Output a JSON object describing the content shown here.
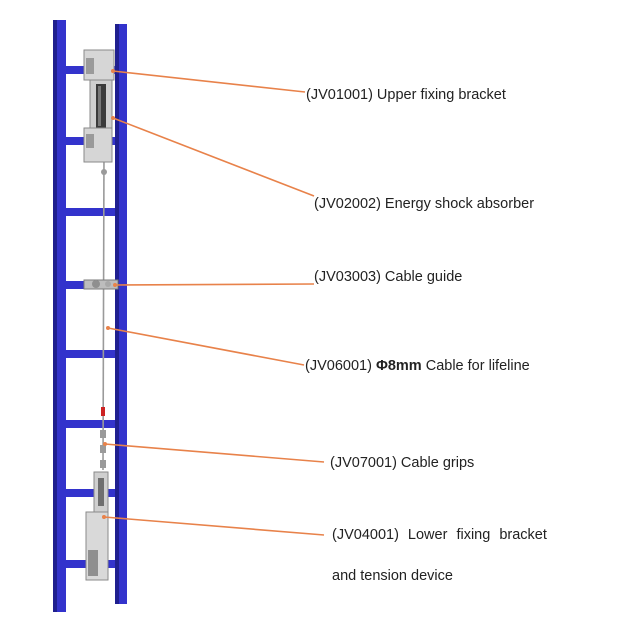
{
  "colors": {
    "ladder": "#3333cc",
    "ladder_dark": "#1f1f8f",
    "leader": "#e8824a",
    "hardware": "#c8c8c8",
    "hardware_dark": "#7a7a7a",
    "text": "#222222"
  },
  "labels": {
    "upper_bracket": "(JV01001) Upper fixing bracket",
    "shock_absorber": "(JV02002) Energy shock absorber",
    "cable_guide": "(JV03003) Cable guide",
    "cable_code": "(JV06001)",
    "cable_diameter": "Φ8mm",
    "cable_text": "Cable for lifeline",
    "cable_grips": "(JV07001) Cable grips",
    "lower_bracket_line1": "(JV04001)  Lower  fixing  bracket",
    "lower_bracket_line2": "and tension device"
  }
}
